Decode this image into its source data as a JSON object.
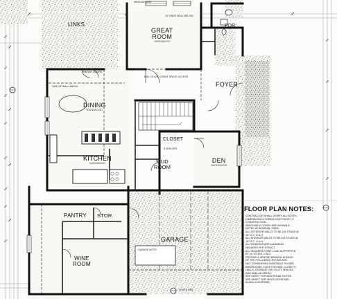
{
  "rooms": {
    "great_room": {
      "name": "GREAT",
      "name2": "ROOM",
      "sub": "HARDWOOD"
    },
    "links": {
      "name": "LINKS"
    },
    "pdr": {
      "name": "PDR"
    },
    "foyer": {
      "name": "FOYER"
    },
    "dining": {
      "name": "DINING",
      "sub": "HARDWOOD"
    },
    "kitchen": {
      "name": "KITCHEN",
      "sub": "HARDWOOD"
    },
    "closet": {
      "name": "CLOSET"
    },
    "mud_room": {
      "name": "MUD",
      "name2": "ROOM"
    },
    "den": {
      "name": "DEN",
      "sub": "HARDWOOD"
    },
    "pantry": {
      "name": "PANTRY"
    },
    "stor": {
      "name": "STOR."
    },
    "wine_room": {
      "name": "WINE",
      "name2": "ROOM"
    },
    "garage": {
      "name": "GARAGE"
    }
  },
  "annotations": {
    "knee_wall": "24\" KNEE WALL BELOW",
    "french_doors": "FRENCH DOORS",
    "crawl": "MIN. 18\"x24\" CRAWL SPACE ACCESS",
    "line_of_wall": "LINE OF WALL ABOVE",
    "shelves": "5 SHELVES",
    "garage_note": "GARAGE NOTE:",
    "posts_per": "POSTS PER",
    "window_seat": "WINDOW SEAT"
  },
  "floor_plan_notes": {
    "title": "FLOOR PLAN NOTES:",
    "items": [
      "CONTRACTOR SHALL VERIFY ALL NOTES,",
      "DIMENSIONS & CONDITIONS PRIOR TO",
      "CONSTRUCTION.",
      "WINDOWS & DOORS ARE SHOWN &",
      "NOTED AS NOMINAL SIZES.",
      "ALL EXTERIOR WALLS TO BE 2x6 STUDS @",
      "16\" O.C. U.N.O.",
      "ALL INTERIOR WALLS TO BE 2x4 STUDS @",
      "16\" O.C. U.N.O.",
      "ALL WINDOWS ARE ALUMINUM",
      "HEADERS PER STRUCT.",
      "ALL HEADERS POINT LOAD SUPPORTED",
      "BY (2) STUDS, U.N.O.",
      "PROVIDE A VENTED WINDOW IN EACH",
      "OF THE FOLLOWING ROOMS ARE",
      "NOT CONSIDERED HABITABLE ROOMS:",
      "BATHROOMS, TOILET ROOMS, CLOSETS,",
      "HALLS, STORAGE OR UTILITY SPACES",
      "AND SIMILAR AREAS.",
      "SEE SHEET FOR ADDITIONAL NOTES.",
      "SEE SHEET FOR VENTILATION AND",
      "ALARM LOCATIONS."
    ]
  }
}
